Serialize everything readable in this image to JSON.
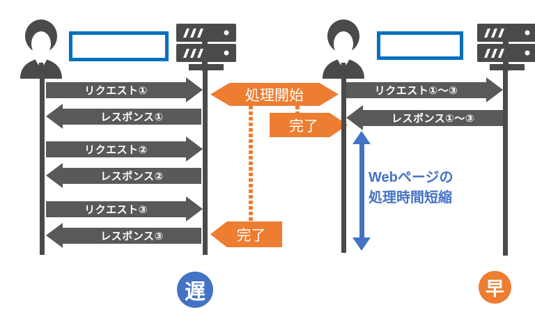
{
  "colors": {
    "icon_gray": "#4a4a4a",
    "arrow_gray": "#595959",
    "box_border_blue": "#0070C0",
    "accent_blue": "#4472C4",
    "accent_orange": "#ED7D31"
  },
  "left_diagram": {
    "client_icon": "person-icon",
    "server_icon": "server-icon",
    "messages": [
      {
        "label": "リクエスト①",
        "direction": "right"
      },
      {
        "label": "レスポンス①",
        "direction": "left"
      },
      {
        "label": "リクエスト②",
        "direction": "right"
      },
      {
        "label": "レスポンス②",
        "direction": "left"
      },
      {
        "label": "リクエスト③",
        "direction": "right"
      },
      {
        "label": "レスポンス③",
        "direction": "left"
      }
    ],
    "verdict": "遅"
  },
  "right_diagram": {
    "client_icon": "person-icon",
    "server_icon": "server-icon",
    "messages": [
      {
        "label": "リクエスト①～③",
        "direction": "right"
      },
      {
        "label": "レスポンス①～③",
        "direction": "left"
      }
    ],
    "annotation": {
      "line1": "Webページの",
      "line2": "処理時間短縮"
    },
    "verdict": "早"
  },
  "process": {
    "start": "処理開始",
    "done_fast": "完了",
    "done_slow": "完了"
  }
}
